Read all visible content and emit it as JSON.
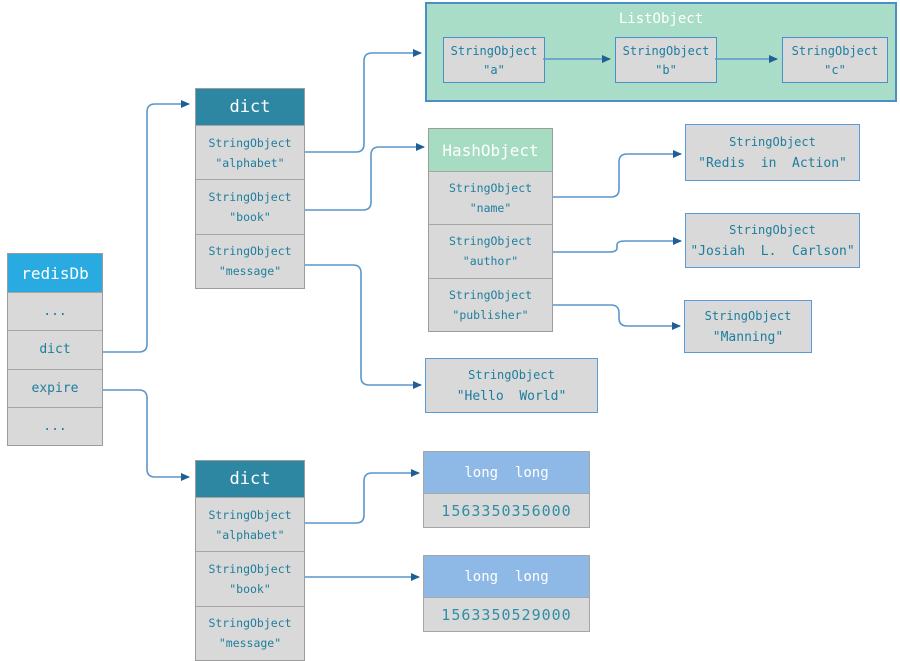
{
  "diagram": {
    "redis_db": {
      "title": "redisDb",
      "rows": [
        "...",
        "dict",
        "expire",
        "..."
      ]
    },
    "dict_top": {
      "title": "dict",
      "rows": [
        {
          "type": "StringObject",
          "value": "\"alphabet\""
        },
        {
          "type": "StringObject",
          "value": "\"book\""
        },
        {
          "type": "StringObject",
          "value": "\"message\""
        }
      ]
    },
    "list_object": {
      "title": "ListObject",
      "items": [
        {
          "type": "StringObject",
          "value": "\"a\""
        },
        {
          "type": "StringObject",
          "value": "\"b\""
        },
        {
          "type": "StringObject",
          "value": "\"c\""
        }
      ]
    },
    "hash_object": {
      "title": "HashObject",
      "rows": [
        {
          "type": "StringObject",
          "value": "\"name\""
        },
        {
          "type": "StringObject",
          "value": "\"author\""
        },
        {
          "type": "StringObject",
          "value": "\"publisher\""
        }
      ]
    },
    "string_boxes": {
      "redis_in_action": {
        "type": "StringObject",
        "value": "\"Redis  in  Action\""
      },
      "josiah": {
        "type": "StringObject",
        "value": "\"Josiah  L.  Carlson\""
      },
      "manning": {
        "type": "StringObject",
        "value": "\"Manning\""
      },
      "hello_world": {
        "type": "StringObject",
        "value": "\"Hello  World\""
      }
    },
    "dict_bottom": {
      "title": "dict",
      "rows": [
        {
          "type": "StringObject",
          "value": "\"alphabet\""
        },
        {
          "type": "StringObject",
          "value": "\"book\""
        },
        {
          "type": "StringObject",
          "value": "\"message\""
        }
      ]
    },
    "long_long_1": {
      "title": "long  long",
      "value": "1563350356000"
    },
    "long_long_2": {
      "title": "long  long",
      "value": "1563350529000"
    }
  },
  "colors": {
    "redisdb_header": "#29abe2",
    "dict_header": "#2d87a3",
    "hash_header": "#a5dcc2",
    "list_background": "#a9ddc7",
    "long_long_header": "#8eb8e5",
    "row_background": "#d9d9d9",
    "row_border": "#a6a6a6",
    "blue_border": "#5b9bd5",
    "arrow_line": "#5a96cc",
    "arrow_head": "#1f5f96",
    "text_teal": "#1e7e9e"
  }
}
